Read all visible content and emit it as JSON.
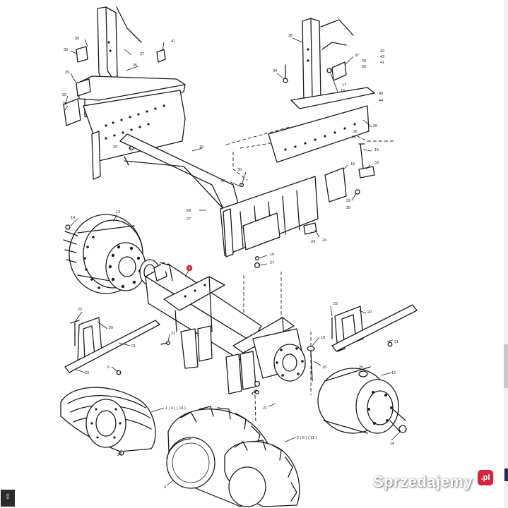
{
  "labels": [
    {
      "id": "l39",
      "text": "39"
    },
    {
      "id": "l37",
      "text": "37"
    },
    {
      "id": "l41a",
      "text": "41"
    },
    {
      "id": "l39b",
      "text": "39"
    },
    {
      "id": "l29a",
      "text": "29"
    },
    {
      "id": "l35",
      "text": "35"
    },
    {
      "id": "l32",
      "text": "32"
    },
    {
      "id": "l18a",
      "text": "18"
    },
    {
      "id": "l29b",
      "text": "29"
    },
    {
      "id": "l19",
      "text": "19"
    },
    {
      "id": "l36",
      "text": "36"
    },
    {
      "id": "l38",
      "text": "38"
    },
    {
      "id": "l37b",
      "text": "37"
    },
    {
      "id": "l42",
      "text": "42"
    },
    {
      "id": "l43a",
      "text": "43"
    },
    {
      "id": "l41b",
      "text": "41"
    },
    {
      "id": "l29c",
      "text": "29"
    },
    {
      "id": "l30a",
      "text": "30"
    },
    {
      "id": "l34",
      "text": "34"
    },
    {
      "id": "l17a",
      "text": "17"
    },
    {
      "id": "l16a",
      "text": "16"
    },
    {
      "id": "l43b",
      "text": "43"
    },
    {
      "id": "l44",
      "text": "44"
    },
    {
      "id": "l26",
      "text": "26"
    },
    {
      "id": "l15a",
      "text": "15"
    },
    {
      "id": "l18b",
      "text": "18"
    },
    {
      "id": "l33",
      "text": "33"
    },
    {
      "id": "l30b",
      "text": "30"
    },
    {
      "id": "l29d",
      "text": "29"
    },
    {
      "id": "l40",
      "text": "40"
    },
    {
      "id": "l30c",
      "text": "30"
    },
    {
      "id": "l28",
      "text": "28"
    },
    {
      "id": "l27a",
      "text": "27"
    },
    {
      "id": "l24a",
      "text": "24"
    },
    {
      "id": "l14a",
      "text": "14"
    },
    {
      "id": "l13",
      "text": "13"
    },
    {
      "id": "l16b",
      "text": "16"
    },
    {
      "id": "l27b",
      "text": "27"
    },
    {
      "id": "l22a",
      "text": "22"
    },
    {
      "id": "l20a",
      "text": "20"
    },
    {
      "id": "l21a",
      "text": "21"
    },
    {
      "id": "l23a",
      "text": "23"
    },
    {
      "id": "l21b",
      "text": "21"
    },
    {
      "id": "l6",
      "text": "6"
    },
    {
      "id": "l22b",
      "text": "22"
    },
    {
      "id": "l20b",
      "text": "20"
    },
    {
      "id": "l21c",
      "text": "21"
    },
    {
      "id": "l10",
      "text": "10"
    },
    {
      "id": "l15b",
      "text": "15"
    },
    {
      "id": "l25",
      "text": "25"
    },
    {
      "id": "l12",
      "text": "12"
    },
    {
      "id": "l17b",
      "text": "17"
    },
    {
      "id": "l21d",
      "text": "21"
    },
    {
      "id": "l14b",
      "text": "14"
    },
    {
      "id": "l24b",
      "text": "24"
    },
    {
      "id": "l1",
      "text": "1 ( 4 ) ( 10 )"
    },
    {
      "id": "l2",
      "text": "2 ( 5 ) ( 11 )"
    },
    {
      "id": "l3",
      "text": "3"
    },
    {
      "id": "l24c",
      "text": "24"
    },
    {
      "id": "l26b",
      "text": "26"
    }
  ],
  "callout": {
    "text": "9"
  },
  "watermark": {
    "text": "Sprzedajemy",
    "badge": ".pl"
  }
}
